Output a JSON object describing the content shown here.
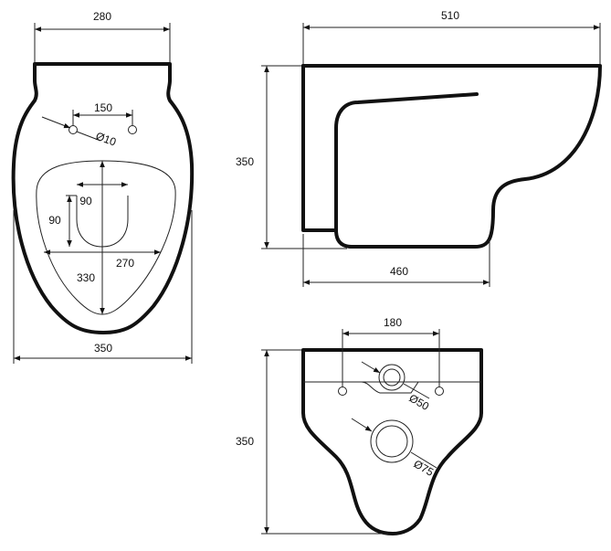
{
  "views": {
    "top": {
      "total_width": "280",
      "holes_spacing": "150",
      "hole_diameter": "Ø10",
      "inner_width": "90",
      "inner_height": "90",
      "bowl_width": "270",
      "bowl_depth": "330",
      "overall_width": "350"
    },
    "side": {
      "total_length": "510",
      "height": "350",
      "base_length": "460"
    },
    "rear": {
      "bolt_spacing": "180",
      "inlet_diameter": "Ø50",
      "outlet_diameter": "Ø75",
      "height": "350"
    }
  },
  "colors": {
    "line": "#111111",
    "background": "#ffffff"
  }
}
